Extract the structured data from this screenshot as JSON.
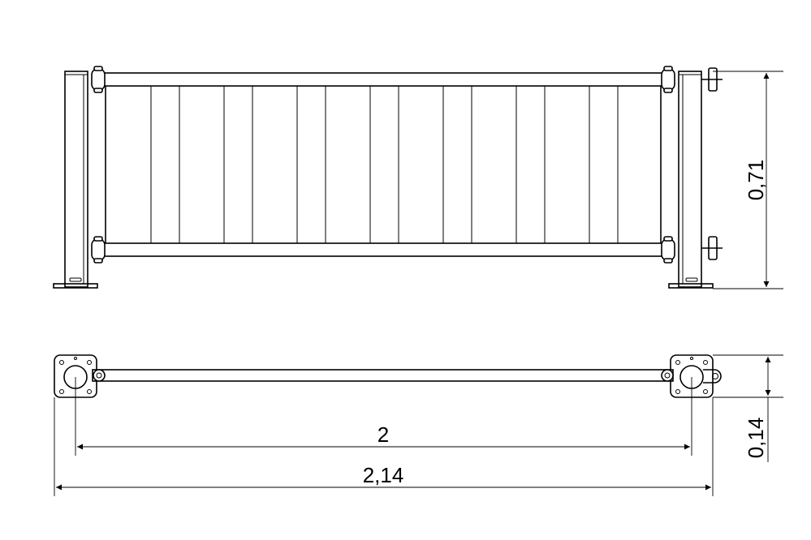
{
  "dimensions": {
    "height_front": "0,71",
    "depth_top": "0,14",
    "post_spacing": "2",
    "overall_length": "2,14"
  },
  "colors": {
    "line": "#000000",
    "background": "#ffffff"
  }
}
